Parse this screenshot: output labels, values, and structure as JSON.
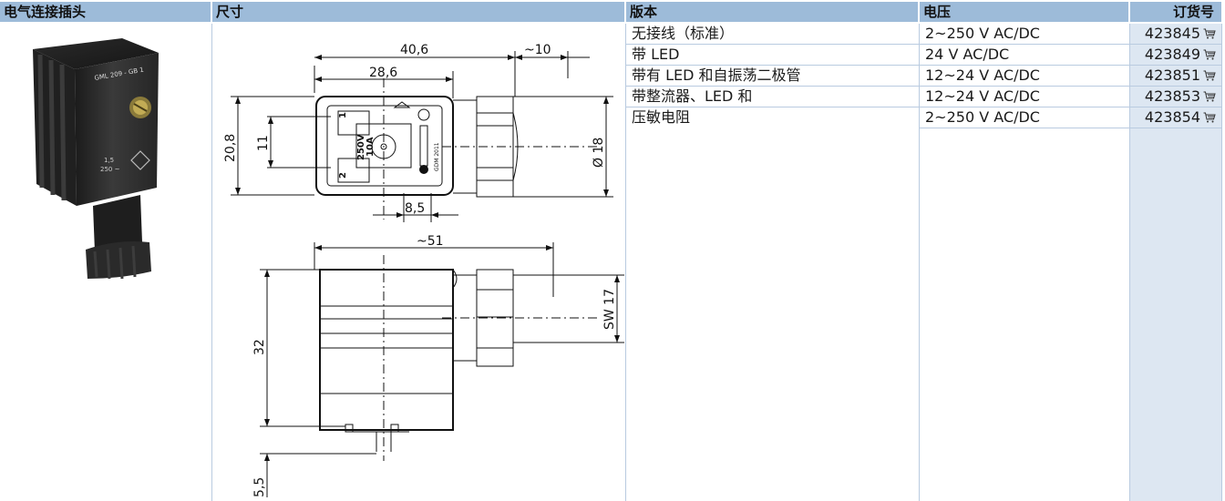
{
  "headers": {
    "connector": "电气连接插头",
    "dimensions": "尺寸",
    "version": "版本",
    "voltage": "电压",
    "order_no": "订货号"
  },
  "rows": [
    {
      "version": "无接线（标准）",
      "voltage": "2~250 V AC/DC",
      "order": "423845"
    },
    {
      "version": "带 LED",
      "voltage": "24 V AC/DC",
      "order": "423849"
    },
    {
      "version": "带有 LED 和自振荡二极管",
      "voltage": "12~24 V AC/DC",
      "order": "423851"
    },
    {
      "version_line1": "带整流器、LED 和",
      "version_line2": "压敏电阻",
      "voltage": "12~24 V AC/DC",
      "order": "423853"
    },
    {
      "voltage": "2~250 V AC/DC",
      "order": "423854"
    }
  ],
  "drawing": {
    "top_view": {
      "dim_overall": "40,6",
      "dim_gland": "~10",
      "dim_body": "28,6",
      "dim_height": "20,8",
      "dim_inner": "11",
      "dim_pin": "8,5",
      "dim_diameter": "Ø 18",
      "marking_current": "10A",
      "marking_voltage": "250V",
      "pin1": "1",
      "pin2": "2",
      "marking_side": "GDM 2011"
    },
    "side_view": {
      "dim_length": "~51",
      "dim_height": "32",
      "dim_wrench": "SW 17",
      "dim_pin": "5,5"
    }
  },
  "photo": {
    "label_model": "GML 209 - GB 1",
    "label_rating_1": "1,5",
    "label_rating_2": "250 ~"
  },
  "colors": {
    "header_bg": "#9dbbd9",
    "order_col_bg": "#dde7f2",
    "grid_line": "#b9cbe0"
  },
  "icons": {
    "order_cart": "shopping-cart-icon"
  }
}
